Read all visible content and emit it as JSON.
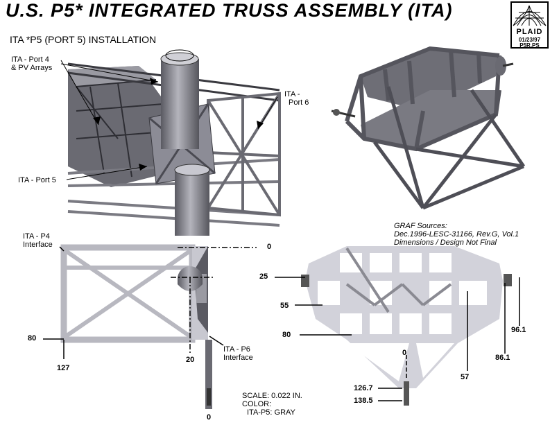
{
  "header": {
    "title": "U.S.  P5*  INTEGRATED  TRUSS ASSEMBLY  (ITA)",
    "subtitle": "ITA  *P5  (PORT 5)  INSTALLATION"
  },
  "logo": {
    "word": "PLAID",
    "date": "01/23/97",
    "file": "P5R.PS"
  },
  "callouts": {
    "port4_line1": "ITA - Port 4",
    "port4_line2": "& PV  Arrays",
    "port6_line1": "ITA -",
    "port6_line2": "Port 6",
    "port5": "ITA - Port 5",
    "p4_line1": "ITA - P4",
    "p4_line2": "Interface",
    "p6_line1": "ITA - P6",
    "p6_line2": "Interface"
  },
  "sources": {
    "line1": "GRAF Sources:",
    "line2": "Dec.1996-LESC-31166, Rev.G, Vol.1",
    "line3": "Dimensions / Design Not Final"
  },
  "dimensions": {
    "top_zero": "0",
    "d25": "25",
    "d55": "55",
    "d80_left": "80",
    "d80_right": "80",
    "d127": "127",
    "d20": "20",
    "bottom_zero_left": "0",
    "d96_1": "96.1",
    "d86_1": "86.1",
    "d57": "57",
    "zero_right": "0",
    "d126_7": "126.7",
    "d138_5": "138.5"
  },
  "legend": {
    "scale": "SCALE: 0.022 IN.",
    "color_label": "COLOR:",
    "color_value": "ITA-P5: GRAY"
  },
  "colors": {
    "gray": "#8c8c96",
    "dark": "#4a4a52",
    "light": "#c8c8d0"
  }
}
